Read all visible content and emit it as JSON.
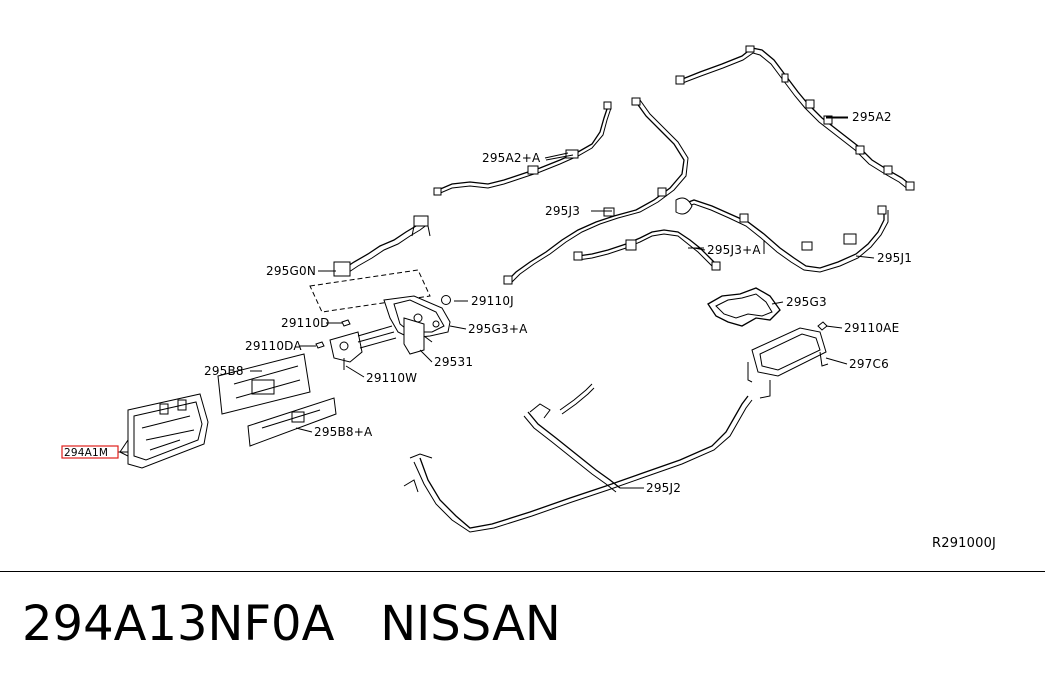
{
  "diagram": {
    "ref_code": "R291000J",
    "labels": {
      "p295A2": "295A2",
      "p295A2A": "295A2+A",
      "p295J3": "295J3",
      "p295J3A": "295J3+A",
      "p295J1": "295J1",
      "p295G0N": "295G0N",
      "p29110J": "29110J",
      "p29110D": "29110D",
      "p295G3A": "295G3+A",
      "p29110DA": "29110DA",
      "p29531": "29531",
      "p295B8": "295B8",
      "p29110W": "29110W",
      "p295B8A": "295B8+A",
      "p294A1M": "294A1M",
      "p295G3": "295G3",
      "p29110AE": "29110AE",
      "p297C6": "297C6",
      "p295J2": "295J2"
    },
    "highlight_color": "#e0201b"
  },
  "footer": {
    "part_number": "294A13NF0A",
    "brand": "NISSAN"
  }
}
